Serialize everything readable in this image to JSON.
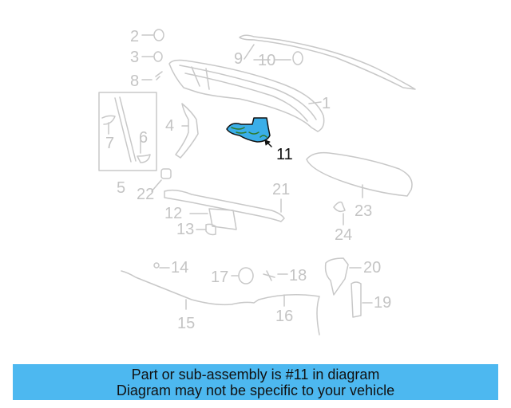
{
  "diagram": {
    "highlighted_part": "11",
    "colors": {
      "part_line": "#c8c8c8",
      "highlight_fill": "#3aaee8",
      "highlight_detail": "#2f7a2a",
      "highlight_outline": "#111111",
      "label": "#c4c4c4",
      "highlight_label": "#111111"
    },
    "callouts": [
      {
        "id": "1",
        "label": "1"
      },
      {
        "id": "2",
        "label": "2"
      },
      {
        "id": "3",
        "label": "3"
      },
      {
        "id": "4",
        "label": "4"
      },
      {
        "id": "5",
        "label": "5"
      },
      {
        "id": "6",
        "label": "6"
      },
      {
        "id": "7",
        "label": "7"
      },
      {
        "id": "8",
        "label": "8"
      },
      {
        "id": "9",
        "label": "9"
      },
      {
        "id": "10",
        "label": "10"
      },
      {
        "id": "11",
        "label": "11"
      },
      {
        "id": "12",
        "label": "12"
      },
      {
        "id": "13",
        "label": "13"
      },
      {
        "id": "14",
        "label": "14"
      },
      {
        "id": "15",
        "label": "15"
      },
      {
        "id": "16",
        "label": "16"
      },
      {
        "id": "17",
        "label": "17"
      },
      {
        "id": "18",
        "label": "18"
      },
      {
        "id": "19",
        "label": "19"
      },
      {
        "id": "20",
        "label": "20"
      },
      {
        "id": "21",
        "label": "21"
      },
      {
        "id": "22",
        "label": "22"
      },
      {
        "id": "23",
        "label": "23"
      },
      {
        "id": "24",
        "label": "24"
      }
    ]
  },
  "banner": {
    "line1": "Part or sub-assembly is #11 in diagram",
    "line2": "Diagram may not be specific to your vehicle",
    "background": "#4db8f0"
  }
}
